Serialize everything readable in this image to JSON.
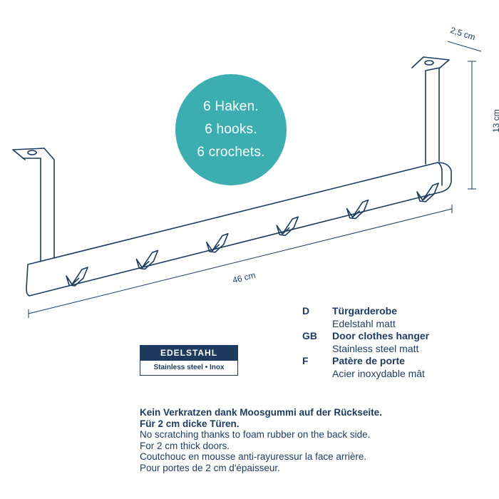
{
  "bubble": {
    "line_de": "6 Haken.",
    "line_en": "6 hooks.",
    "line_fr": "6 crochets.",
    "color": "#3cadb0"
  },
  "dimensions": {
    "depth": "2,5 cm",
    "height": "13 cm",
    "width": "46 cm"
  },
  "product": {
    "hooks": 6,
    "outline_color": "#1d3a5f"
  },
  "legend": [
    {
      "code": "D",
      "name": "Türgarderobe",
      "material": "Edelstahl matt"
    },
    {
      "code": "GB",
      "name": "Door clothes hanger",
      "material": "Stainless steel matt"
    },
    {
      "code": "F",
      "name": "Patère de porte",
      "material": "Acier inoxydable mât"
    }
  ],
  "badge": {
    "title": "EDELSTAHL",
    "subtitle": "Stainless steel • Inox"
  },
  "notes": {
    "de_line1": "Kein Verkratzen dank Moosgummi auf der Rückseite.",
    "de_line2": "Für 2 cm dicke Türen.",
    "en_line1": "No scratching thanks to foam rubber on the back side.",
    "en_line2": "For 2 cm thick doors.",
    "fr_line1": "Coutchouc en mousse anti-rayuressur la face arrière.",
    "fr_line2": "Pour portes de 2 cm d'épaisseur."
  }
}
